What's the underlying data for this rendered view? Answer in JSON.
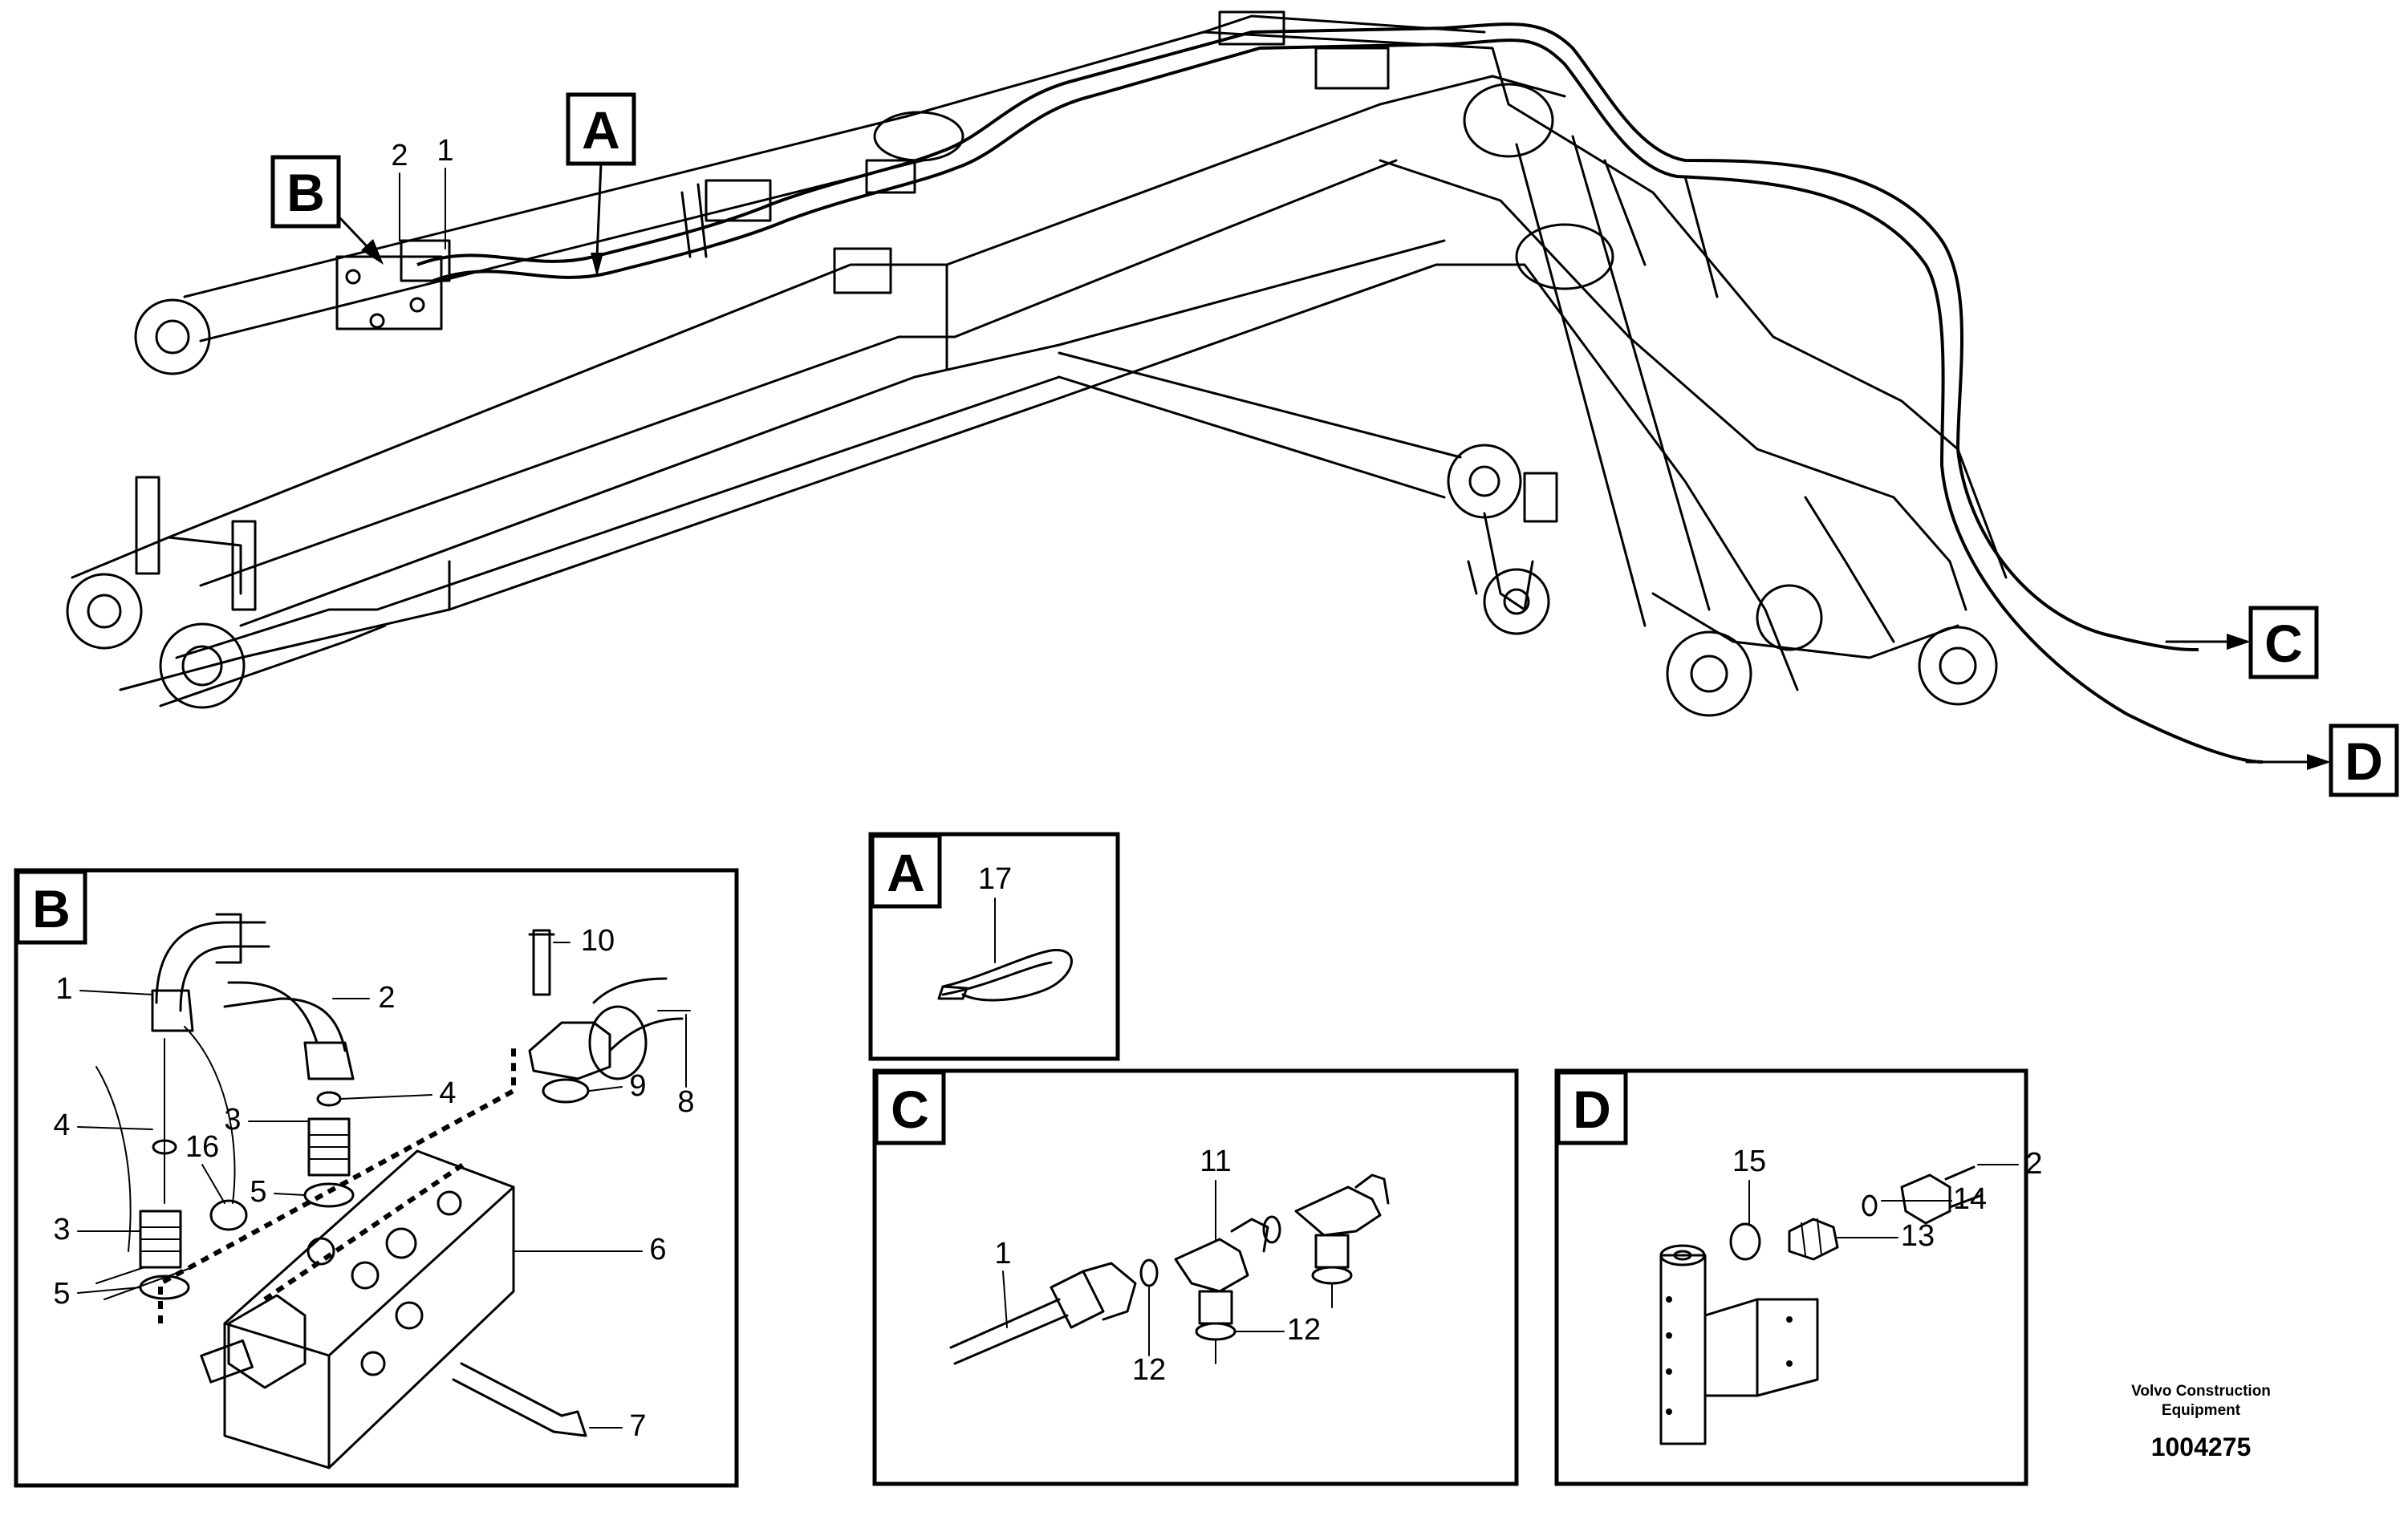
{
  "callouts": {
    "main_A": "A",
    "main_B": "B",
    "main_C": "C",
    "main_D": "D",
    "main_1": "1",
    "main_2": "2"
  },
  "detail_B": {
    "title": "B",
    "labels": [
      "1",
      "2",
      "10",
      "8",
      "9",
      "4",
      "4",
      "3",
      "16",
      "5",
      "3",
      "5",
      "6",
      "7"
    ]
  },
  "detail_A": {
    "title": "A",
    "labels": [
      "17"
    ]
  },
  "detail_C": {
    "title": "C",
    "labels": [
      "11",
      "1",
      "12",
      "12"
    ]
  },
  "detail_D": {
    "title": "D",
    "labels": [
      "15",
      "2",
      "14",
      "13"
    ]
  },
  "caption": {
    "line1": "Volvo Construction",
    "line2": "Equipment",
    "doc_number": "1004275"
  }
}
